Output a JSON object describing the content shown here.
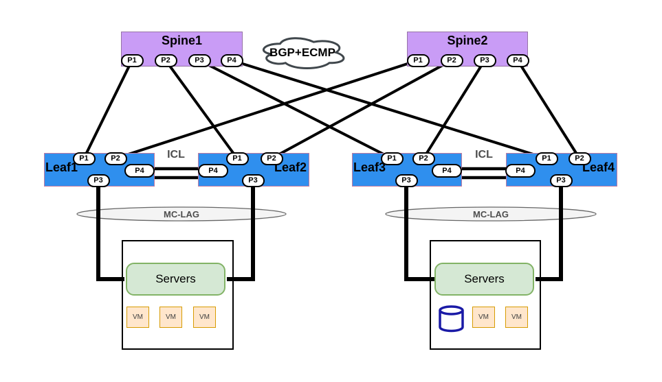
{
  "cloud_label": "BGP+ECMP",
  "spines": [
    {
      "label": "Spine1",
      "ports": [
        "P1",
        "P2",
        "P3",
        "P4"
      ]
    },
    {
      "label": "Spine2",
      "ports": [
        "P1",
        "P2",
        "P3",
        "P4"
      ]
    }
  ],
  "leaves": [
    {
      "label": "Leaf1",
      "ports": [
        "P1",
        "P2",
        "P3",
        "P4"
      ]
    },
    {
      "label": "Leaf2",
      "ports": [
        "P1",
        "P2",
        "P3",
        "P4"
      ]
    },
    {
      "label": "Leaf3",
      "ports": [
        "P1",
        "P2",
        "P3",
        "P4"
      ]
    },
    {
      "label": "Leaf4",
      "ports": [
        "P1",
        "P2",
        "P3",
        "P4"
      ]
    }
  ],
  "icl_labels": [
    "ICL",
    "ICL"
  ],
  "mclag_labels": [
    "MC-LAG",
    "MC-LAG"
  ],
  "server_groups": [
    {
      "label": "Servers",
      "has_database": false,
      "vms": [
        "VM",
        "VM",
        "VM"
      ]
    },
    {
      "label": "Servers",
      "has_database": true,
      "vms": [
        "VM",
        "VM"
      ]
    }
  ],
  "links": [
    {
      "from": "Spine1.P1",
      "to": "Leaf1.P1"
    },
    {
      "from": "Spine1.P2",
      "to": "Leaf2.P1"
    },
    {
      "from": "Spine1.P3",
      "to": "Leaf3.P1"
    },
    {
      "from": "Spine1.P4",
      "to": "Leaf4.P1"
    },
    {
      "from": "Spine2.P1",
      "to": "Leaf1.P2"
    },
    {
      "from": "Spine2.P2",
      "to": "Leaf2.P2"
    },
    {
      "from": "Spine2.P3",
      "to": "Leaf3.P2"
    },
    {
      "from": "Spine2.P4",
      "to": "Leaf4.P2"
    },
    {
      "from": "Leaf1.P4",
      "to": "Leaf2.P4",
      "label": "ICL",
      "style": "double-line"
    },
    {
      "from": "Leaf3.P4",
      "to": "Leaf4.P4",
      "label": "ICL",
      "style": "double-line"
    },
    {
      "from": "Leaf1.P3",
      "to": "Servers(left)",
      "via": "MC-LAG"
    },
    {
      "from": "Leaf2.P3",
      "to": "Servers(left)",
      "via": "MC-LAG"
    },
    {
      "from": "Leaf3.P3",
      "to": "Servers(right)",
      "via": "MC-LAG"
    },
    {
      "from": "Leaf4.P3",
      "to": "Servers(right)",
      "via": "MC-LAG"
    }
  ],
  "colors": {
    "spine_fill": "#c99cf6",
    "spine_border": "#9673a6",
    "leaf_fill": "#2f8fee",
    "leaf_border": "#c27ba0",
    "link": "#000000",
    "cloud_stroke": "#40474c",
    "mclag_fill": "#f4f4f4",
    "mclag_stroke": "#666666",
    "servers_fill": "#d5e8d4",
    "servers_border": "#82b366",
    "vm_fill": "#ffe6cc",
    "vm_border": "#d79b00",
    "database_stroke": "#1a1aa6"
  }
}
